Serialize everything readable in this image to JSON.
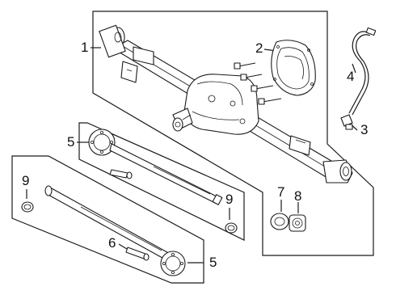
{
  "callouts": {
    "c1": "1",
    "c2": "2",
    "c3": "3",
    "c4": "4",
    "c5a": "5",
    "c5b": "5",
    "c6": "6",
    "c7": "7",
    "c8": "8",
    "c9a": "9",
    "c9b": "9"
  },
  "colors": {
    "line": "#1a1a1a",
    "accent": "#2c6fc7",
    "background": "#ffffff"
  }
}
